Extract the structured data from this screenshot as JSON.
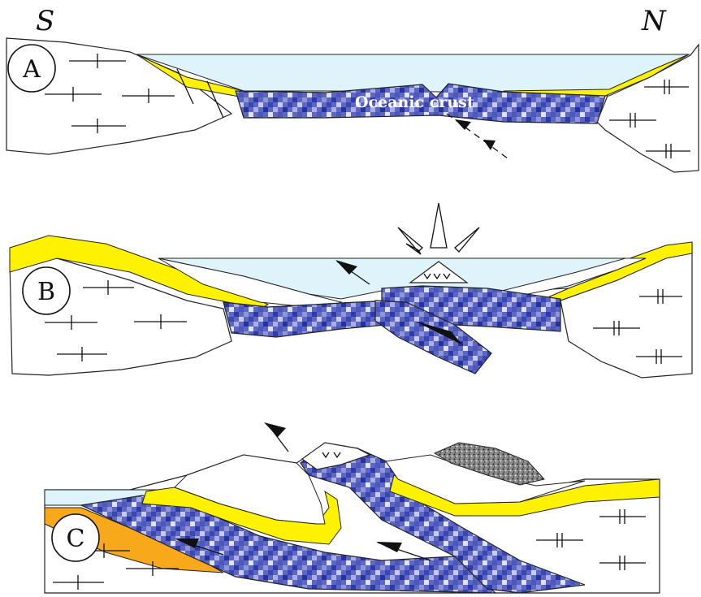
{
  "directions": {
    "south": "S",
    "north": "N"
  },
  "panels": [
    {
      "id": "A",
      "label": "A"
    },
    {
      "id": "B",
      "label": "B"
    },
    {
      "id": "C",
      "label": "C"
    }
  ],
  "annotations": {
    "oceanic_crust": "Oceanic crust"
  },
  "colors": {
    "water": "#dff4fa",
    "sediment": "#fff200",
    "sediment_older": "#f7a81b",
    "oceanic_crust": "#3a45b0",
    "limestone": "#ffffff",
    "granular_deposit": "#777777"
  }
}
